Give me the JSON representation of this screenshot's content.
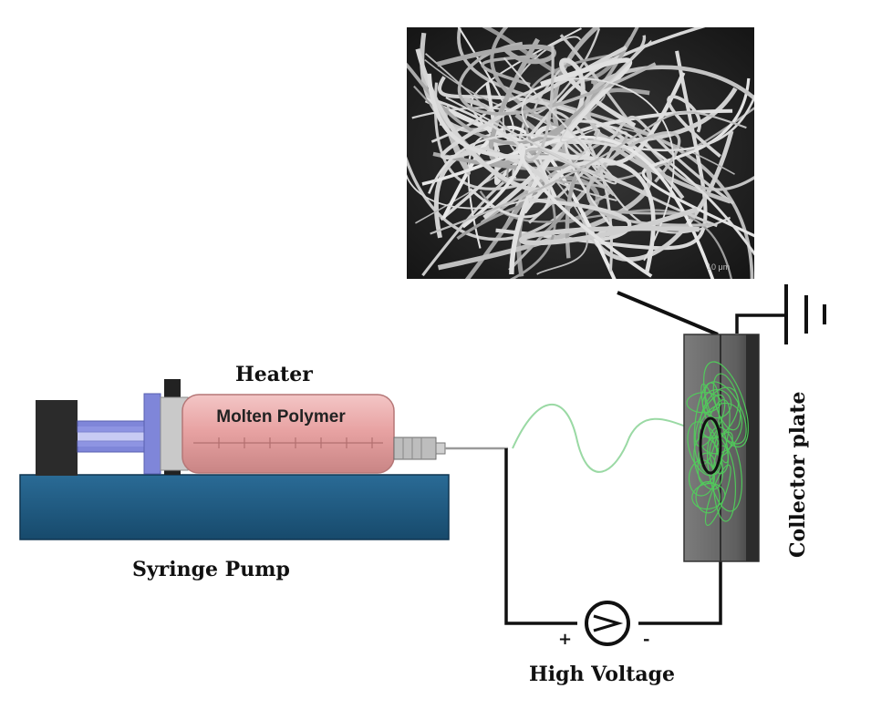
{
  "labels": {
    "heater": "Heater",
    "molten_polymer": "Molten Polymer",
    "syringe_pump": "Syringe Pump",
    "collector_plate": "Collector plate",
    "high_voltage": "High Voltage",
    "plus": "+",
    "minus": "-",
    "sem_scale": "10 μm"
  },
  "colors": {
    "pump_base": "#1e5a82",
    "pump_block": "#2b2b2b",
    "plunger": "#7f86d9",
    "barrel_fill": "#e8a3a3",
    "collector": "#6d6d6d",
    "jet": "#8fd39a",
    "fiber_mat": "#4fd35a",
    "wire": "#111111"
  }
}
